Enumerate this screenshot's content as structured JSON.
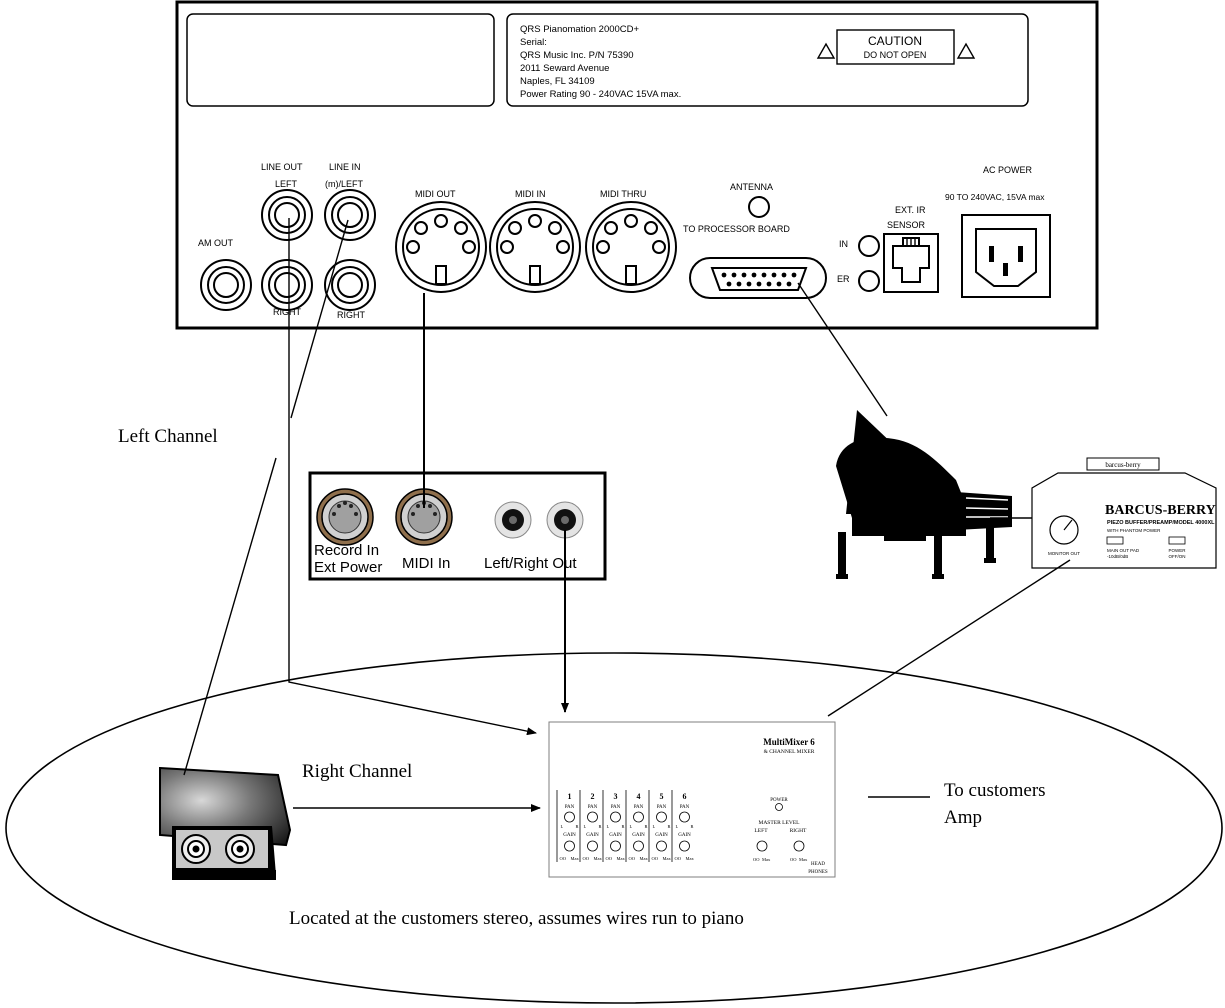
{
  "rear_panel": {
    "nameplate": {
      "lines": [
        "QRS Pianomation 2000CD+",
        "Serial:",
        "QRS Music Inc. P/N 75390",
        "2011 Seward Avenue",
        "Naples, FL 34109",
        "Power Rating 90 - 240VAC 15VA max."
      ],
      "caution_title": "CAUTION",
      "caution_sub": "DO NOT OPEN"
    },
    "labels": {
      "line_out": "LINE OUT",
      "line_in": "LINE IN",
      "left": "LEFT",
      "mono_left": "(m)/LEFT",
      "right_a": "RIGHT",
      "right_b": "RIGHT",
      "aux_out": "AM OUT",
      "midi_out": "MIDI OUT",
      "midi_in": "MIDI IN",
      "midi_thru": "MIDI THRU",
      "antenna": "ANTENNA",
      "to_processor": "TO PROCESSOR BOARD",
      "ext_ir": "EXT. IR",
      "sensor": "SENSOR",
      "ir_in": "IN",
      "ir_er": "ER",
      "ac_power": "AC POWER",
      "ac_rating": "90 TO 240VAC, 15VA max"
    }
  },
  "labels": {
    "left_channel": "Left Channel",
    "right_channel": "Right Channel",
    "to_customers": "To customers",
    "amp": "Amp",
    "located": "Located at the customers stereo, assumes wires run to piano"
  },
  "midi_box": {
    "record_in": "Record In",
    "ext_power": "Ext Power",
    "midi_in": "MIDI In",
    "lr_out": "Left/Right Out"
  },
  "preamp": {
    "tab": "barcus-berry",
    "brand": "BARCUS-BERRY",
    "model": "PIEZO BUFFER/PREAMP/MODEL 4000XL",
    "phantom": "WITH PHANTOM POWER",
    "monitor_out": "MONITOR OUT",
    "main_out": "MAIN OUT PAD",
    "pad_value": "-10dB/0dB",
    "power": "POWER",
    "off_on": "OFF/ON"
  },
  "mixer": {
    "title": "MultiMixer 6",
    "subtitle": "& CHANNEL MIXER",
    "channels": [
      "1",
      "2",
      "3",
      "4",
      "5",
      "6"
    ],
    "pan": "PAN",
    "gain": "GAIN",
    "l": "L",
    "r": "R",
    "oo": "OO",
    "max": "Max",
    "power": "POWER",
    "master_level": "MASTER LEVEL",
    "left": "LEFT",
    "right": "RIGHT",
    "head": "HEAD",
    "phones": "PHONES"
  }
}
